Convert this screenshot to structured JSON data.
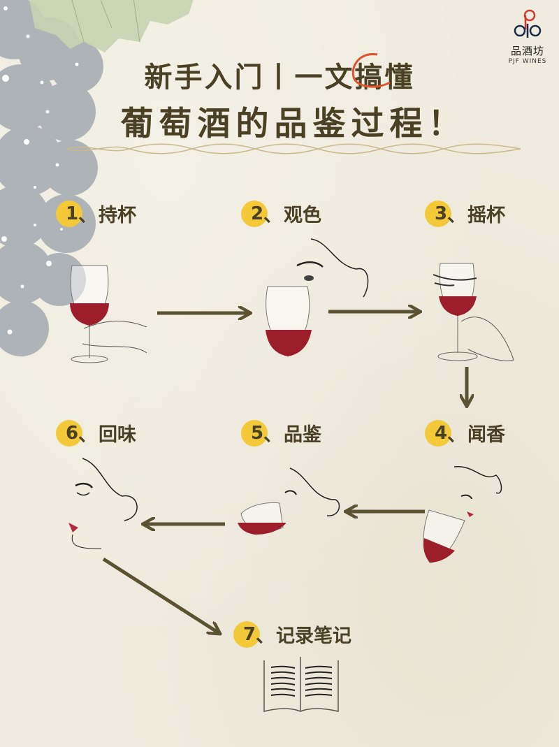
{
  "logo": {
    "brand_cn": "品酒坊",
    "brand_en": "PJF WINES"
  },
  "title": {
    "line1_prefix": "新手入门丨一文",
    "line1_circled": "搞",
    "line1_suffix": "懂",
    "line2": "葡萄酒的品鉴过程！"
  },
  "steps": [
    {
      "num": "1",
      "sep": "、",
      "label": "持杯"
    },
    {
      "num": "2",
      "sep": "、",
      "label": "观色"
    },
    {
      "num": "3",
      "sep": "、",
      "label": "摇杯"
    },
    {
      "num": "4",
      "sep": "、",
      "label": "闻香"
    },
    {
      "num": "5",
      "sep": "、",
      "label": "品鉴"
    },
    {
      "num": "6",
      "sep": "、",
      "label": "回味"
    },
    {
      "num": "7",
      "sep": "、",
      "label": "记录笔记"
    }
  ],
  "colors": {
    "text": "#4a4124",
    "badge": "#f3c93a",
    "wine": "#9c1e2a",
    "arrow": "#5a5230",
    "circle": "#e0532e"
  }
}
